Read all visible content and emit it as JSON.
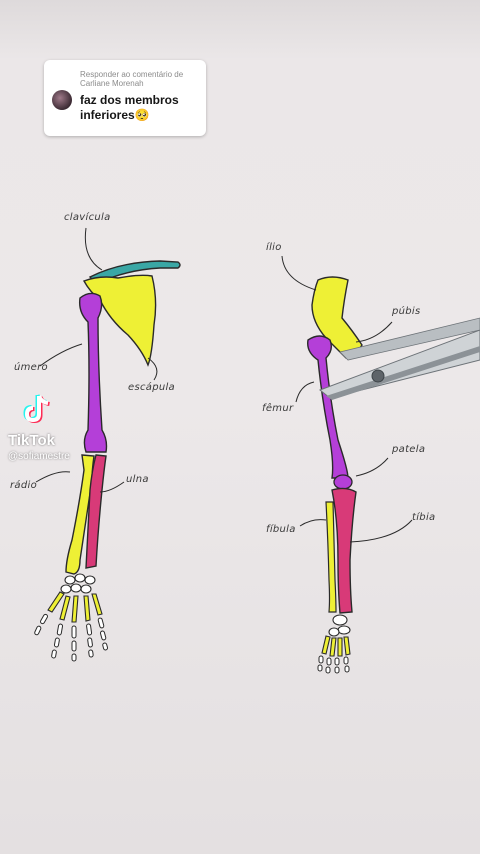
{
  "comment": {
    "header": "Responder ao comentário de Carliane Morenah",
    "text": "faz dos membros inferiores🥺"
  },
  "watermark": {
    "brand": "TikTok",
    "handle": "@sofiamestre"
  },
  "labels": {
    "clavicula": "clavícula",
    "umero": "úmero",
    "escapula": "escápula",
    "radio": "rádio",
    "ulna": "ulna",
    "ilio": "ílio",
    "pubis": "púbis",
    "femur": "fêmur",
    "patela": "patela",
    "fibula": "fíbula",
    "tibia": "tíbia"
  },
  "colors": {
    "yellow": "#eef035",
    "purple": "#b43fd8",
    "pink": "#d83a78",
    "teal": "#3aa7a5",
    "outline": "#2a2a2a"
  }
}
